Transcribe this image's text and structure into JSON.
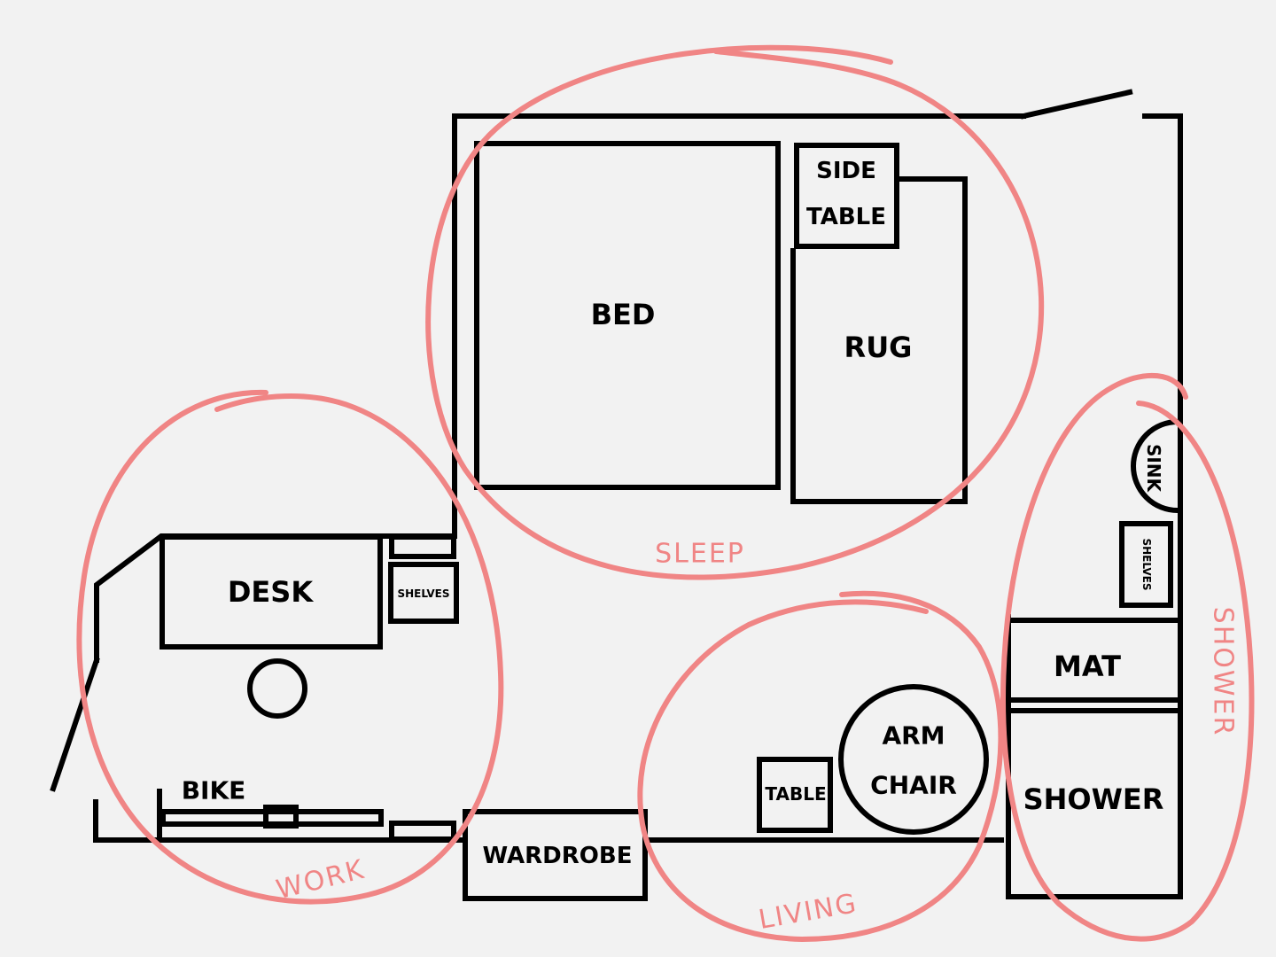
{
  "furniture": {
    "bed": "BED",
    "side_table": [
      "SIDE",
      "TABLE"
    ],
    "rug": "RUG",
    "desk": "DESK",
    "desk_shelves": "SHELVES",
    "bike": "BIKE",
    "wardrobe": "WARDROBE",
    "table": "TABLE",
    "arm_chair": [
      "ARM",
      "CHAIR"
    ],
    "sink": "SINK",
    "bath_shelves": "SHELVES",
    "mat": "MAT",
    "shower": "SHOWER"
  },
  "zones": {
    "sleep": "SLEEP",
    "work": "WORK",
    "living": "LIVING",
    "shower": "SHOWER"
  },
  "colors": {
    "zone": "#f08585",
    "line": "#000000",
    "background": "#f2f2f2"
  }
}
